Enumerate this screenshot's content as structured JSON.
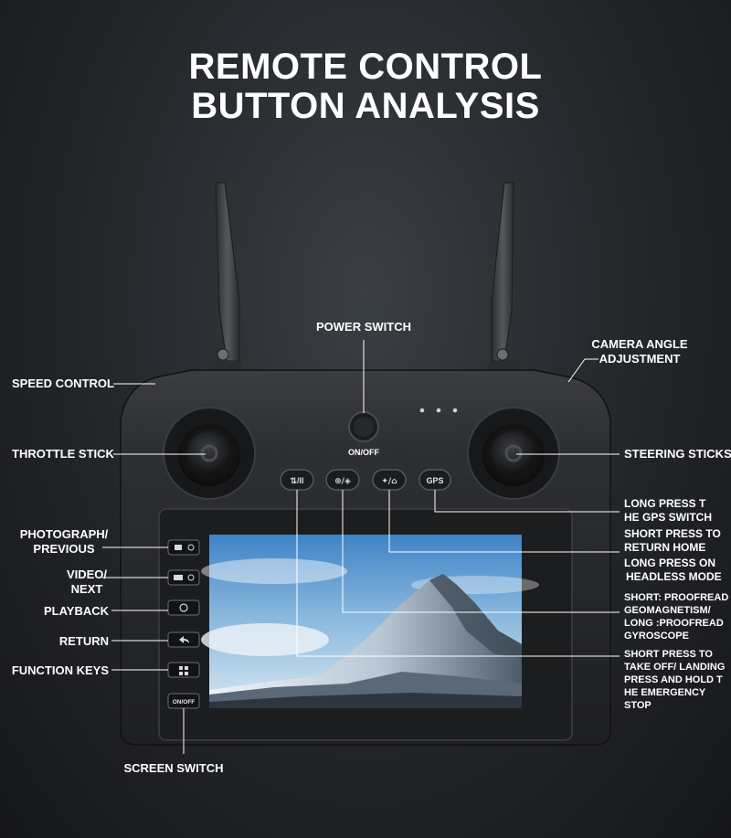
{
  "title": {
    "line1": "REMOTE CONTROL",
    "line2": "BUTTON ANALYSIS"
  },
  "device": {
    "power_button_caption": "ON/OFF",
    "gps_button_label": "GPS",
    "screen_switch_button_label": "ON/OFF"
  },
  "labels": {
    "power_switch": "POWER SWITCH",
    "camera_angle_line1": "CAMERA ANGLE",
    "camera_angle_line2": "ADJUSTMENT",
    "speed_control": "SPEED CONTROL",
    "throttle_stick": "THROTTLE STICK",
    "steering_sticks": "STEERING STICKS",
    "gps_line1": "LONG PRESS T",
    "gps_line2": "HE GPS SWITCH",
    "return_home_line1": "SHORT PRESS TO",
    "return_home_line2": "RETURN HOME",
    "headless_line1": "LONG PRESS ON",
    "headless_line2": "HEADLESS MODE",
    "proofread_line1": "SHORT: PROOFREAD",
    "proofread_line2": "GEOMAGNETISM/",
    "proofread_line3": "LONG :PROOFREAD",
    "proofread_line4": "GYROSCOPE",
    "takeoff_line1": "SHORT PRESS TO",
    "takeoff_line2": "TAKE OFF/ LANDING",
    "takeoff_line3": "PRESS AND HOLD T",
    "takeoff_line4": "HE EMERGENCY",
    "takeoff_line5": "STOP",
    "photograph_line1": "PHOTOGRAPH/",
    "photograph_line2": "PREVIOUS",
    "video_line1": "VIDEO/",
    "video_line2": "NEXT",
    "playback": "PLAYBACK",
    "return": "RETURN",
    "function_keys": "FUNCTION KEYS",
    "screen_switch": "SCREEN SWITCH"
  },
  "colors": {
    "background": "#1f2124",
    "body": "#2f3134",
    "label_text": "#ffffff",
    "leader_line": "#ffffff"
  }
}
